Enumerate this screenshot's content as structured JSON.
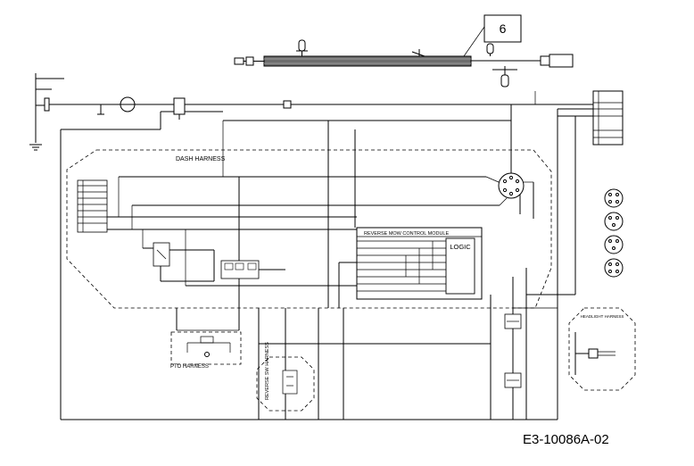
{
  "callout_number": "6",
  "drawing_code": "E3-10086A-02",
  "harness_labels": {
    "dash": "DASH HARNESS",
    "pto": "PTO HARNESS",
    "reverse_sw": "REVERSE SW HARNESS",
    "headlight": "HEADLIGHT HARNESS"
  },
  "module": {
    "title": "REVERSE MOW CONTROL MODULE",
    "logic_label": "LOGIC"
  }
}
